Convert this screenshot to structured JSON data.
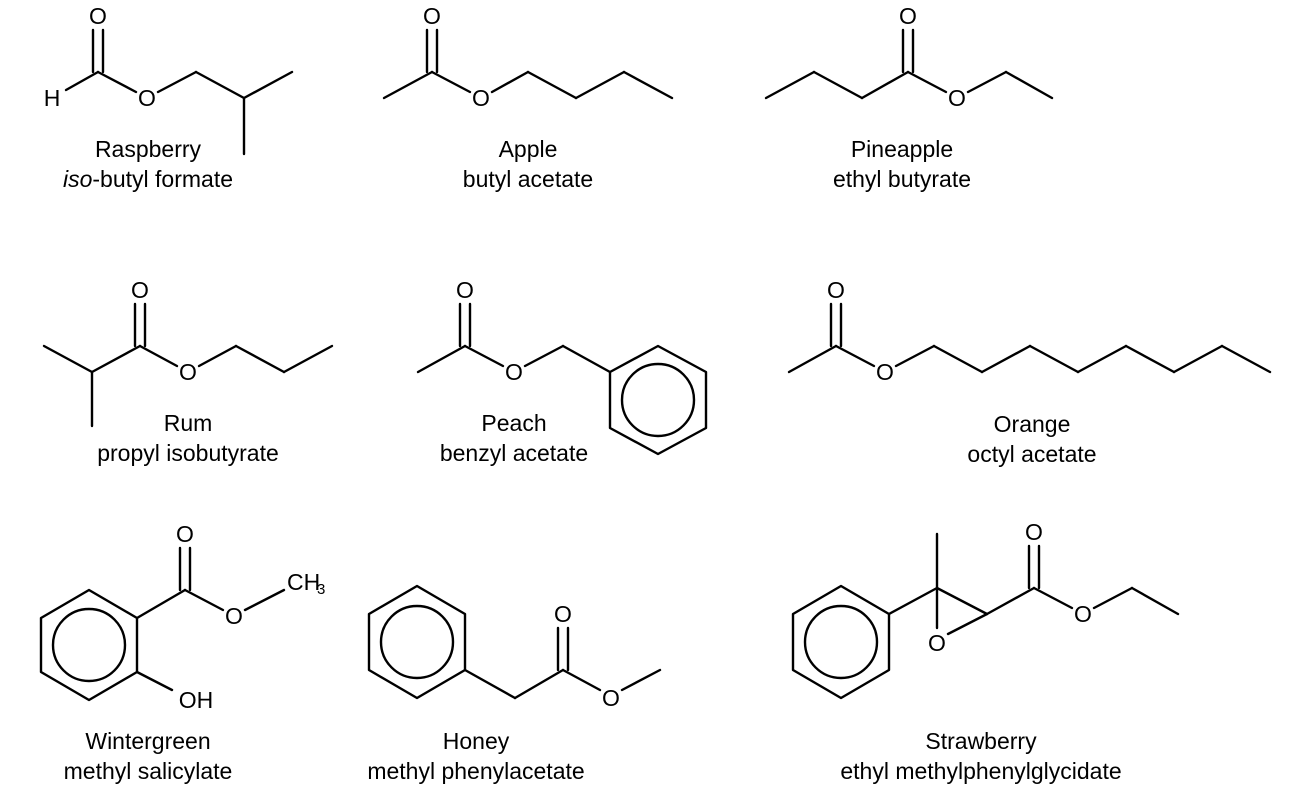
{
  "compounds": [
    {
      "flavor": "Raspberry",
      "name_prefix": "iso",
      "name_rest": "-butyl formate"
    },
    {
      "flavor": "Apple",
      "name": "butyl acetate"
    },
    {
      "flavor": "Pineapple",
      "name": "ethyl butyrate"
    },
    {
      "flavor": "Rum",
      "name": "propyl isobutyrate"
    },
    {
      "flavor": "Peach",
      "name": "benzyl acetate"
    },
    {
      "flavor": "Orange",
      "name": "octyl acetate"
    },
    {
      "flavor": "Wintergreen",
      "name": "methyl salicylate"
    },
    {
      "flavor": "Honey",
      "name": "methyl phenylacetate"
    },
    {
      "flavor": "Strawberry",
      "name": "ethyl methylphenylglycidate"
    }
  ],
  "atom_labels": {
    "oxygen": "O",
    "hydrogen": "H",
    "hydroxyl": "OH",
    "methyl_c": "CH",
    "methyl_sub": "3"
  }
}
